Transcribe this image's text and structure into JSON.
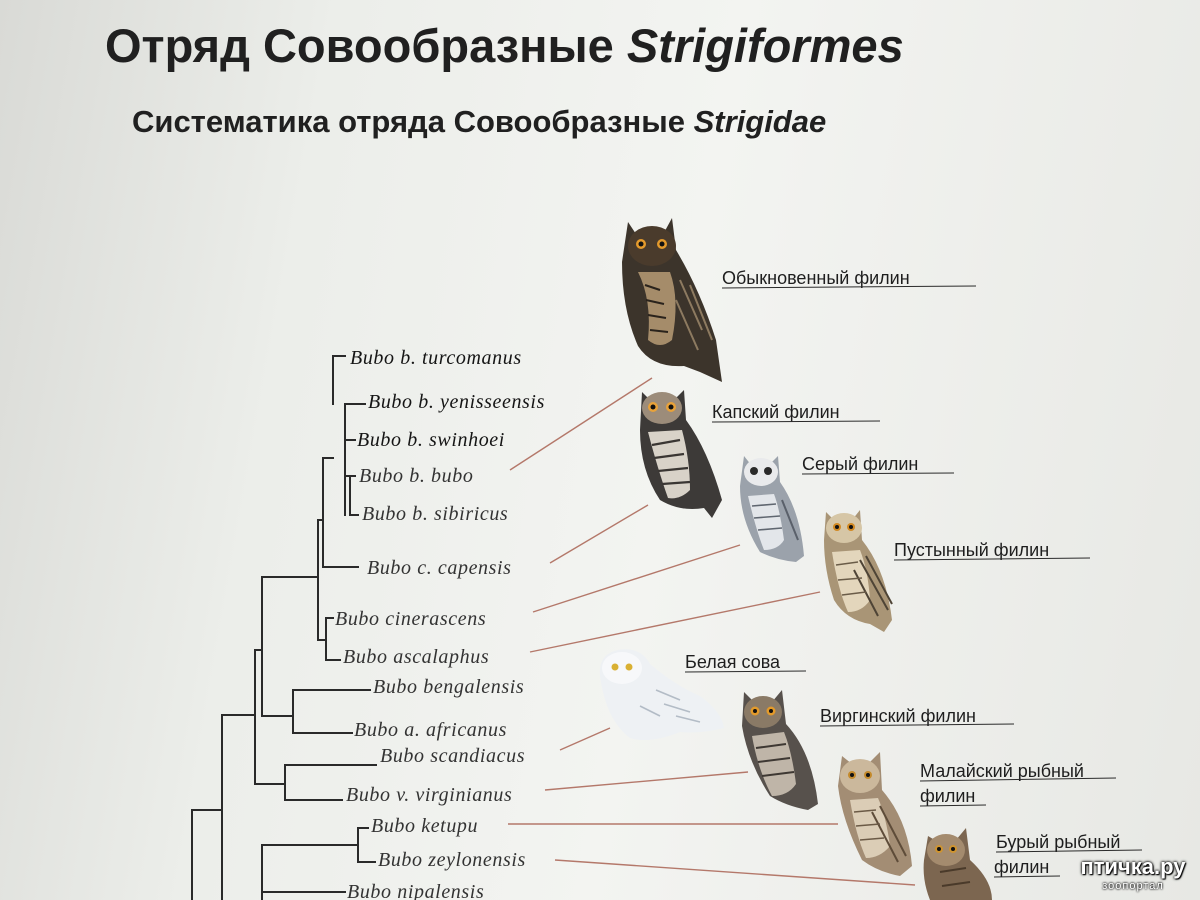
{
  "title": {
    "text": "Отряд Совообразные ",
    "latin": "Strigiformes"
  },
  "subtitle": {
    "text": "Систематика отряда Совообразные ",
    "latin": "Strigidae"
  },
  "taxa": [
    "Bubo b. turcomanus",
    "Bubo b. yenisseensis",
    "Bubo b. swinhoei",
    "Bubo b. bubo",
    "Bubo b. sibiricus",
    "Bubo c. capensis",
    "Bubo cinerascens",
    "Bubo ascalaphus",
    "Bubo bengalensis",
    "Bubo a. africanus",
    "Bubo scandiacus",
    "Bubo v. virginianus",
    "Bubo ketupu",
    "Bubo zeylonensis",
    "Bubo nipalensis"
  ],
  "owls": [
    {
      "name": "Обыкновенный филин",
      "icon": "eagle-owl-icon"
    },
    {
      "name": "Капский филин",
      "icon": "cape-eagle-owl-icon"
    },
    {
      "name": "Серый филин",
      "icon": "greyish-eagle-owl-icon"
    },
    {
      "name": "Пустынный филин",
      "icon": "pharaoh-eagle-owl-icon"
    },
    {
      "name": "Белая сова",
      "icon": "snowy-owl-icon"
    },
    {
      "name": "Виргинский филин",
      "icon": "great-horned-owl-icon"
    },
    {
      "name": "Малайский рыбный",
      "name_line2": "филин",
      "icon": "buffy-fish-owl-icon"
    },
    {
      "name": "Бурый рыбный",
      "name_line2": "филин",
      "icon": "brown-fish-owl-icon"
    }
  ],
  "watermark": {
    "main": "птичка.ру",
    "sub": "зоопортал"
  },
  "colors": {
    "tree_lines": "#2a2a2a",
    "connector_lines": "#b4786a",
    "text": "#202020"
  }
}
